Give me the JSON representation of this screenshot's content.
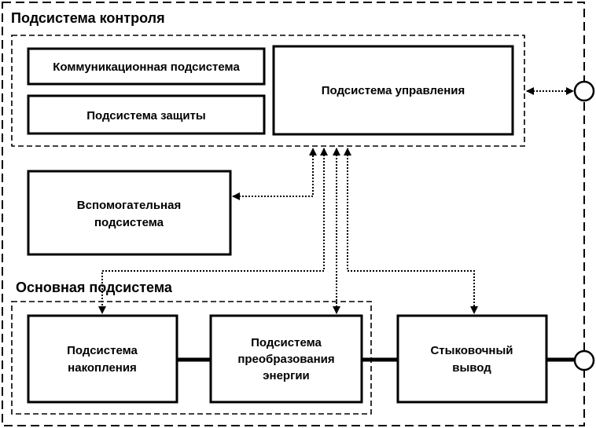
{
  "colors": {
    "stroke": "#000000",
    "background": "#ffffff"
  },
  "control_subsystem": {
    "title": "Подсистема контроля",
    "communication": "Коммуникационная подсистема",
    "protection": "Подсистема защиты",
    "management": "Подсистема управления"
  },
  "auxiliary": {
    "lines": [
      "Вспомогательная",
      "подсистема"
    ]
  },
  "main_subsystem": {
    "title": "Основная подсистема",
    "accumulation": {
      "lines": [
        "Подсистема",
        "накопления"
      ]
    },
    "conversion": {
      "lines": [
        "Подсистема",
        "преобразования",
        "энергии"
      ]
    }
  },
  "docking_output": {
    "lines": [
      "Стыковочный",
      "вывод"
    ]
  }
}
